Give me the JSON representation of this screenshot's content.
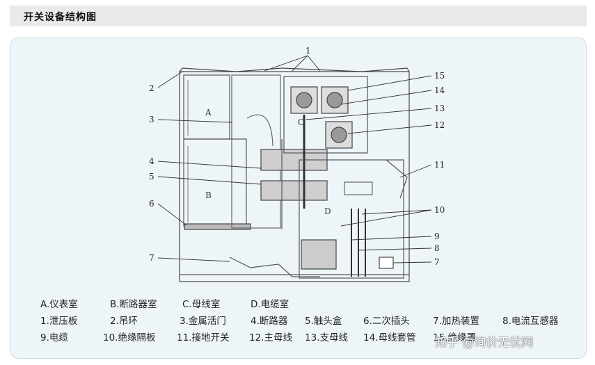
{
  "header": {
    "title": "开关设备结构图"
  },
  "compartment_letters": [
    "A",
    "B",
    "C",
    "D"
  ],
  "callouts": {
    "left": [
      "2",
      "3",
      "4",
      "5",
      "6",
      "7"
    ],
    "top": "1",
    "right": [
      "15",
      "14",
      "13",
      "12",
      "11",
      "10",
      "9",
      "8",
      "7"
    ]
  },
  "legend": {
    "row1": [
      "A.仪表室",
      "B.断路器室",
      "C.母线室",
      "D.电缆室"
    ],
    "row2": [
      "1.泄压板",
      "2.吊环",
      "3.金属活门",
      "4.断路器",
      "5.触头盒",
      "6.二次插头",
      "7.加热装置",
      "8.电流互感器"
    ],
    "row3": [
      "9.电缆",
      "10.绝缘隔板",
      "11.接地开关",
      "12.主母线",
      "13.支母线",
      "14.母线套管",
      "15.绝缘罩"
    ]
  },
  "watermark": "知乎 @询价无忧网"
}
